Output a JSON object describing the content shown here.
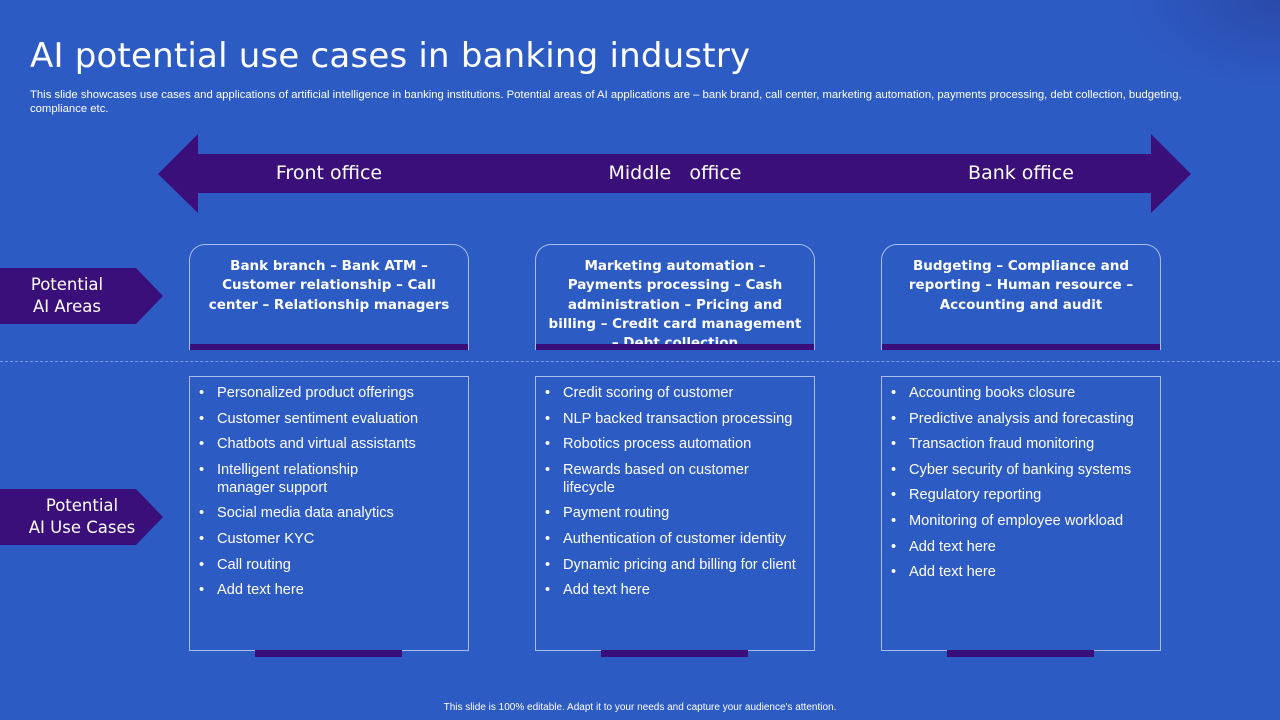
{
  "title": "AI potential use cases in banking industry",
  "subtitle": "This slide showcases use cases and applications of artificial intelligence in banking institutions. Potential areas of AI applications are – bank brand, call center, marketing automation, payments processing, debt collection, budgeting, compliance etc.",
  "offices": [
    "Front office",
    "Middle   office",
    "Bank office"
  ],
  "side_labels": {
    "areas": [
      "Potential",
      "AI Areas"
    ],
    "use_cases": [
      "Potential",
      "AI Use Cases"
    ]
  },
  "areas": [
    "Bank branch – Bank ATM – Customer relationship – Call center – Relationship managers",
    "Marketing automation – Payments processing – Cash administration – Pricing and billing – Credit card management – Debt collection",
    "Budgeting – Compliance and reporting – Human resource – Accounting and audit"
  ],
  "use_cases": [
    [
      "Personalized product offerings",
      "Customer sentiment evaluation",
      "Chatbots and virtual assistants",
      "Intelligent  relationship manager support",
      "Social media data analytics",
      "Customer KYC",
      "Call routing",
      "Add text here"
    ],
    [
      "Credit scoring of customer",
      "NLP backed transaction processing",
      "Robotics process automation",
      "Rewards based on customer lifecycle",
      "Payment routing",
      "Authentication of customer identity",
      "Dynamic pricing and billing for client",
      "Add text here"
    ],
    [
      "Accounting books closure",
      "Predictive analysis and forecasting",
      "Transaction fraud monitoring",
      "Cyber security of banking systems",
      "Regulatory reporting",
      "Monitoring  of employee workload",
      "Add text here",
      "Add text here"
    ]
  ],
  "footer": "This slide is 100% editable.  Adapt it to your needs and capture your audience's attention.",
  "colors": {
    "background": "#2d5bc4",
    "accent": "#3a0f7a",
    "border": "#a9bdf0"
  }
}
